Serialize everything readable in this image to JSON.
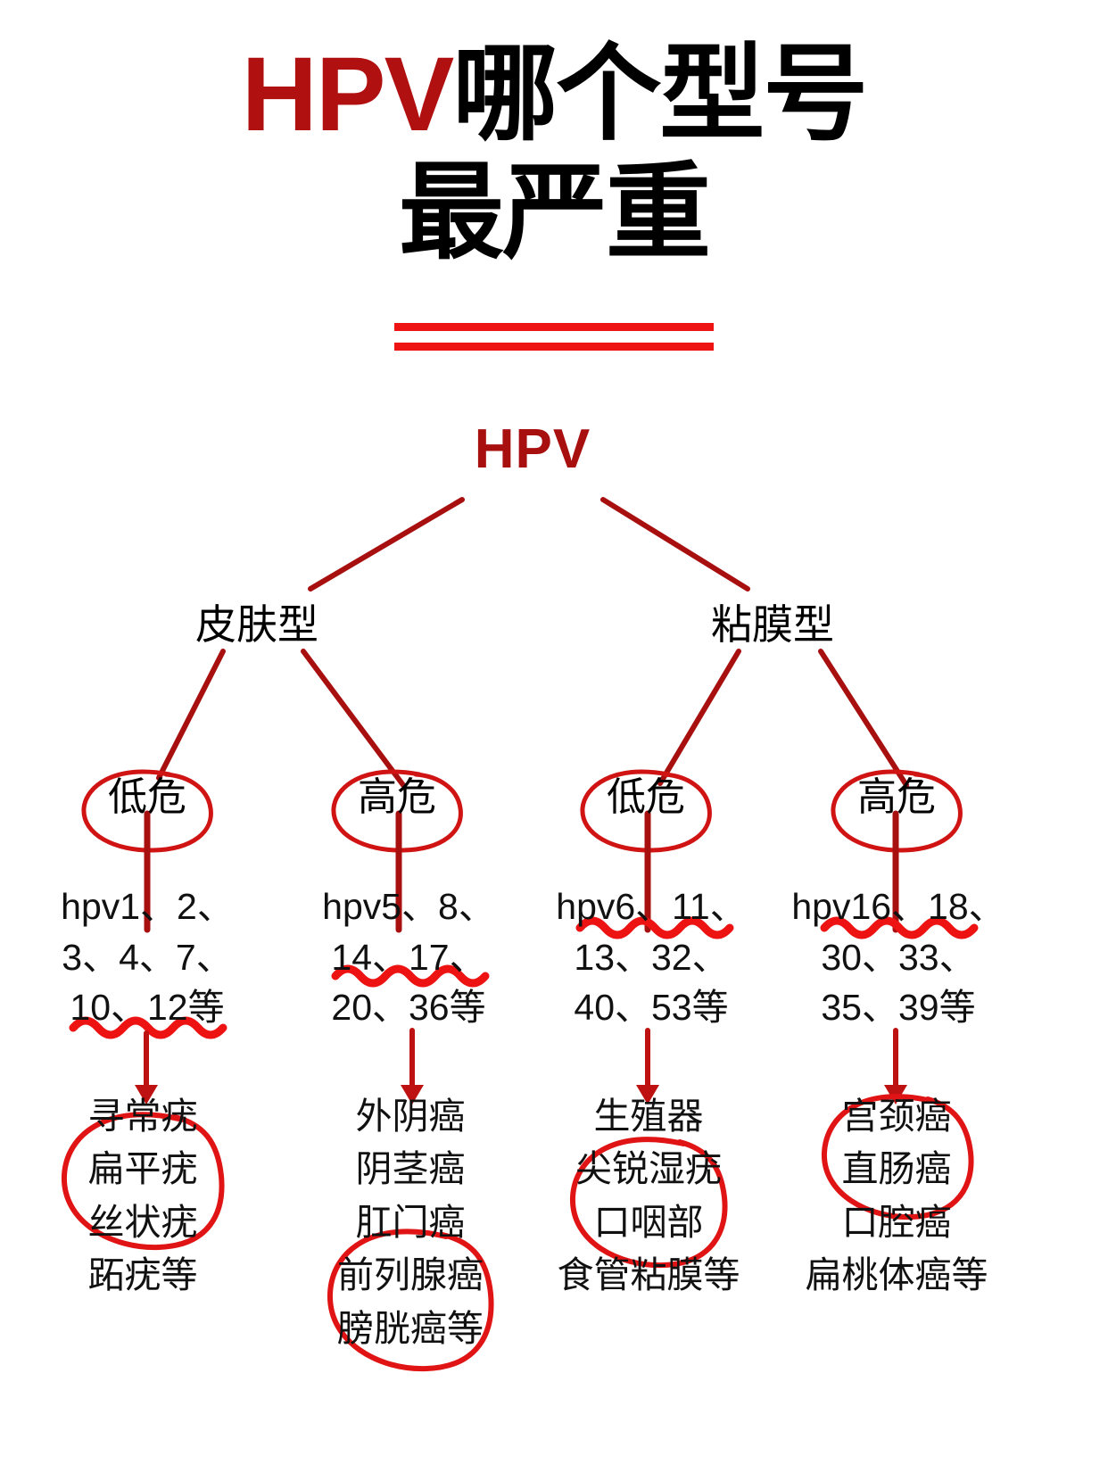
{
  "title": {
    "line1_red": "HPV",
    "line1_black": "哪个型号",
    "line2": "最严重",
    "underline_color": "#EF1414",
    "accent_color": "#B01010"
  },
  "diagram": {
    "root": "HPV",
    "ink_color": "#A81010",
    "highlight_color": "#E81818",
    "branches": [
      {
        "type_label": "皮肤型",
        "children": [
          {
            "risk_label": "低危",
            "types": [
              "hpv1、2、",
              "3、4、7、",
              "10、12等"
            ],
            "types_wavy_line_index": 2,
            "outcomes": [
              "寻常疣",
              "扁平疣",
              "丝状疣",
              "跖疣等"
            ],
            "circled_outcomes": [
              0,
              1
            ]
          },
          {
            "risk_label": "高危",
            "types": [
              "hpv5、8、",
              "14、17、",
              "20、36等"
            ],
            "types_wavy_line_index": 1,
            "outcomes": [
              "外阴癌",
              "阴茎癌",
              "肛门癌",
              "前列腺癌",
              "膀胱癌等"
            ],
            "circled_outcomes": [
              3,
              4
            ]
          }
        ]
      },
      {
        "type_label": "粘膜型",
        "children": [
          {
            "risk_label": "低危",
            "types": [
              "hpv6、11、",
              "13、32、",
              "40、53等"
            ],
            "types_wavy_line_index": 0,
            "outcomes": [
              "生殖器",
              "尖锐湿疣",
              "口咽部",
              "食管粘膜等"
            ],
            "circled_outcomes": [
              1
            ]
          },
          {
            "risk_label": "高危",
            "types": [
              "hpv16、18、",
              "30、33、",
              "35、39等"
            ],
            "types_wavy_line_index": 0,
            "outcomes": [
              "宫颈癌",
              "直肠癌",
              "口腔癌",
              "扁桃体癌等"
            ],
            "circled_outcomes": [
              0
            ]
          }
        ]
      }
    ]
  }
}
